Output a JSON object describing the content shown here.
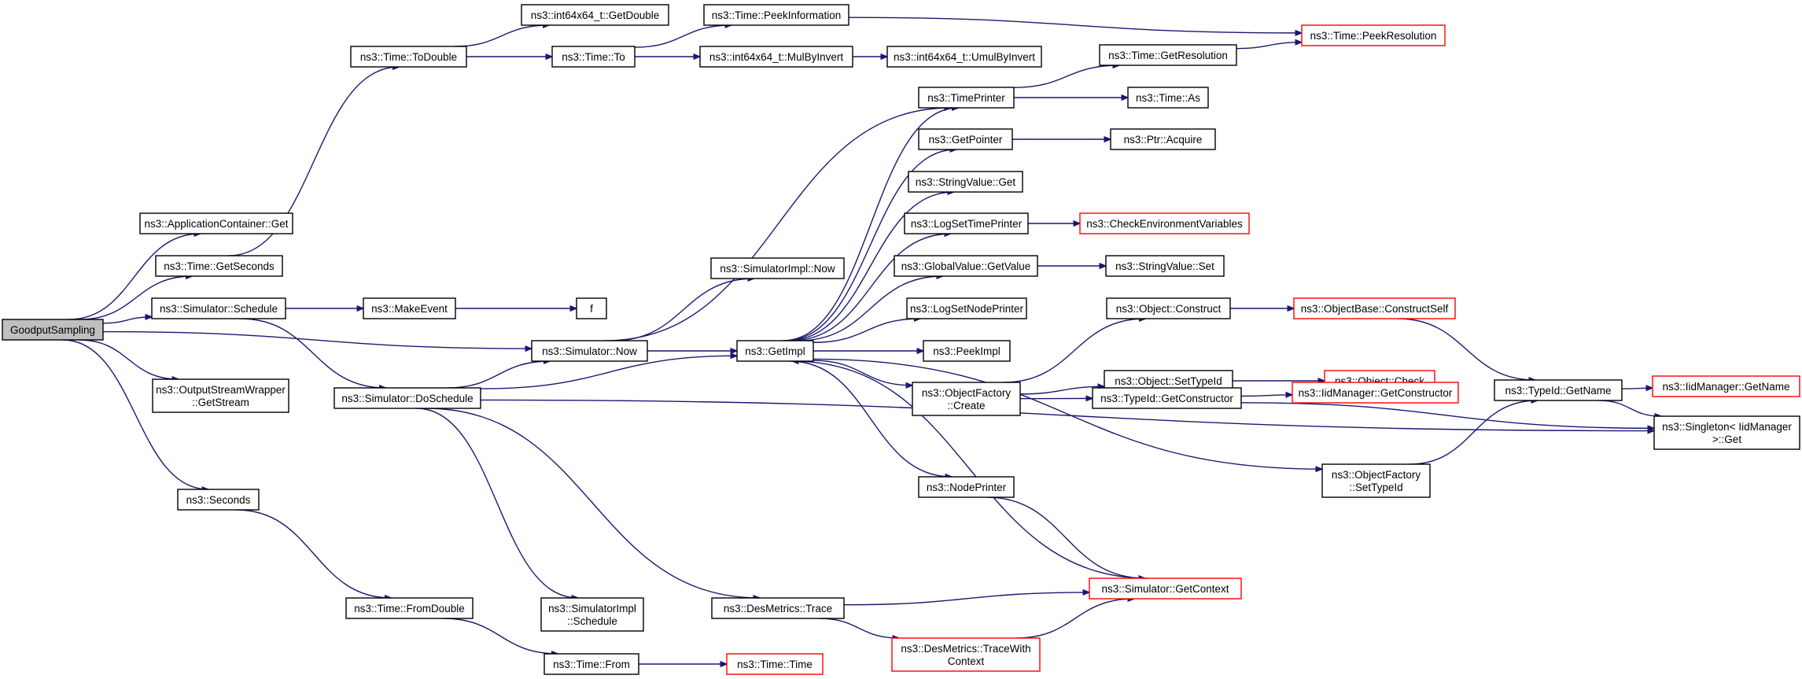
{
  "diagram": {
    "nodes": [
      {
        "id": "goodput",
        "label": [
          "GoodputSampling"
        ],
        "root": true
      },
      {
        "id": "appget",
        "label": [
          "ns3::ApplicationContainer::Get"
        ]
      },
      {
        "id": "getseconds",
        "label": [
          "ns3::Time::GetSeconds"
        ]
      },
      {
        "id": "schedule",
        "label": [
          "ns3::Simulator::Schedule"
        ]
      },
      {
        "id": "stream",
        "label": [
          "ns3::OutputStreamWrapper",
          "::GetStream"
        ]
      },
      {
        "id": "seconds",
        "label": [
          "ns3::Seconds"
        ]
      },
      {
        "id": "todouble",
        "label": [
          "ns3::Time::ToDouble"
        ]
      },
      {
        "id": "getdouble",
        "label": [
          "ns3::int64x64_t::GetDouble"
        ]
      },
      {
        "id": "timeto",
        "label": [
          "ns3::Time::To"
        ]
      },
      {
        "id": "peekinfo",
        "label": [
          "ns3::Time::PeekInformation"
        ]
      },
      {
        "id": "mulbyinvert",
        "label": [
          "ns3::int64x64_t::MulByInvert"
        ]
      },
      {
        "id": "umulbyinvert",
        "label": [
          "ns3::int64x64_t::UmulByInvert"
        ]
      },
      {
        "id": "peekres",
        "label": [
          "ns3::Time::PeekResolution"
        ],
        "truncated": true
      },
      {
        "id": "getresolution",
        "label": [
          "ns3::Time::GetResolution"
        ]
      },
      {
        "id": "timeprinter",
        "label": [
          "ns3::TimePrinter"
        ]
      },
      {
        "id": "timeas",
        "label": [
          "ns3::Time::As"
        ]
      },
      {
        "id": "getpointer",
        "label": [
          "ns3::GetPointer"
        ]
      },
      {
        "id": "ptracquire",
        "label": [
          "ns3::Ptr::Acquire"
        ]
      },
      {
        "id": "stringvalueget",
        "label": [
          "ns3::StringValue::Get"
        ]
      },
      {
        "id": "logsettimeprinter",
        "label": [
          "ns3::LogSetTimePrinter"
        ]
      },
      {
        "id": "checkenv",
        "label": [
          "ns3::CheckEnvironmentVariables"
        ],
        "truncated": true
      },
      {
        "id": "globalvalue",
        "label": [
          "ns3::GlobalValue::GetValue"
        ]
      },
      {
        "id": "stringvalueset",
        "label": [
          "ns3::StringValue::Set"
        ]
      },
      {
        "id": "simimplnow",
        "label": [
          "ns3::SimulatorImpl::Now"
        ]
      },
      {
        "id": "makeevent",
        "label": [
          "ns3::MakeEvent"
        ]
      },
      {
        "id": "f",
        "label": [
          "f"
        ]
      },
      {
        "id": "simnow",
        "label": [
          "ns3::Simulator::Now"
        ]
      },
      {
        "id": "getimpl",
        "label": [
          "ns3::GetImpl"
        ]
      },
      {
        "id": "logsetnodeprinter",
        "label": [
          "ns3::LogSetNodePrinter"
        ]
      },
      {
        "id": "peekimpl",
        "label": [
          "ns3::PeekImpl"
        ]
      },
      {
        "id": "objconstruct",
        "label": [
          "ns3::Object::Construct"
        ]
      },
      {
        "id": "constructself",
        "label": [
          "ns3::ObjectBase::ConstructSelf"
        ],
        "truncated": true
      },
      {
        "id": "settypeid",
        "label": [
          "ns3::Object::SetTypeId"
        ]
      },
      {
        "id": "objcheck",
        "label": [
          "ns3::Object::Check"
        ],
        "truncated": true
      },
      {
        "id": "objfactorycreate",
        "label": [
          "ns3::ObjectFactory",
          "::Create"
        ]
      },
      {
        "id": "typeidgetconstructor",
        "label": [
          "ns3::TypeId::GetConstructor"
        ]
      },
      {
        "id": "iidgetconstructor",
        "label": [
          "ns3::IidManager::GetConstructor"
        ],
        "truncated": true
      },
      {
        "id": "typeidgetname",
        "label": [
          "ns3::TypeId::GetName"
        ]
      },
      {
        "id": "iidgetname",
        "label": [
          "ns3::IidManager::GetName"
        ],
        "truncated": true
      },
      {
        "id": "singletonget",
        "label": [
          "ns3::Singleton< IidManager",
          " >::Get"
        ]
      },
      {
        "id": "doschedule",
        "label": [
          "ns3::Simulator::DoSchedule"
        ]
      },
      {
        "id": "nodeprinter",
        "label": [
          "ns3::NodePrinter"
        ]
      },
      {
        "id": "objfactorysettypeid",
        "label": [
          "ns3::ObjectFactory",
          "::SetTypeId"
        ]
      },
      {
        "id": "getcontext",
        "label": [
          "ns3::Simulator::GetContext"
        ],
        "truncated": true
      },
      {
        "id": "fromdouble",
        "label": [
          "ns3::Time::FromDouble"
        ]
      },
      {
        "id": "simimplschedule",
        "label": [
          "ns3::SimulatorImpl",
          "::Schedule"
        ]
      },
      {
        "id": "desmetricstrace",
        "label": [
          "ns3::DesMetrics::Trace"
        ]
      },
      {
        "id": "tracewithcontext",
        "label": [
          "ns3::DesMetrics::TraceWith",
          "Context"
        ],
        "truncated": true
      },
      {
        "id": "timefrom",
        "label": [
          "ns3::Time::From"
        ]
      },
      {
        "id": "timetime",
        "label": [
          "ns3::Time::Time"
        ],
        "truncated": true
      }
    ],
    "edges": [
      [
        "goodput",
        "appget"
      ],
      [
        "goodput",
        "getseconds"
      ],
      [
        "goodput",
        "schedule"
      ],
      [
        "goodput",
        "simnow"
      ],
      [
        "goodput",
        "stream"
      ],
      [
        "goodput",
        "seconds"
      ],
      [
        "getseconds",
        "todouble"
      ],
      [
        "todouble",
        "getdouble"
      ],
      [
        "todouble",
        "timeto"
      ],
      [
        "timeto",
        "peekinfo"
      ],
      [
        "timeto",
        "mulbyinvert"
      ],
      [
        "mulbyinvert",
        "umulbyinvert"
      ],
      [
        "peekinfo",
        "peekres"
      ],
      [
        "getresolution",
        "peekres"
      ],
      [
        "timeprinter",
        "getresolution"
      ],
      [
        "timeprinter",
        "timeas"
      ],
      [
        "getpointer",
        "ptracquire"
      ],
      [
        "logsettimeprinter",
        "checkenv"
      ],
      [
        "globalvalue",
        "stringvalueset"
      ],
      [
        "schedule",
        "makeevent"
      ],
      [
        "makeevent",
        "f"
      ],
      [
        "schedule",
        "doschedule"
      ],
      [
        "doschedule",
        "simnow"
      ],
      [
        "doschedule",
        "getimpl"
      ],
      [
        "doschedule",
        "singletonget"
      ],
      [
        "doschedule",
        "simimplschedule"
      ],
      [
        "doschedule",
        "desmetricstrace"
      ],
      [
        "simnow",
        "simimplnow"
      ],
      [
        "simnow",
        "getimpl"
      ],
      [
        "simnow",
        "timeprinter"
      ],
      [
        "getimpl",
        "timeprinter"
      ],
      [
        "getimpl",
        "getpointer"
      ],
      [
        "getimpl",
        "stringvalueget"
      ],
      [
        "getimpl",
        "logsettimeprinter"
      ],
      [
        "getimpl",
        "globalvalue"
      ],
      [
        "getimpl",
        "logsetnodeprinter"
      ],
      [
        "getimpl",
        "peekimpl"
      ],
      [
        "getimpl",
        "objfactorycreate"
      ],
      [
        "getimpl",
        "nodeprinter"
      ],
      [
        "getimpl",
        "objfactorysettypeid"
      ],
      [
        "objfactorycreate",
        "objconstruct"
      ],
      [
        "objfactorycreate",
        "settypeid"
      ],
      [
        "objfactorycreate",
        "typeidgetconstructor"
      ],
      [
        "objconstruct",
        "constructself"
      ],
      [
        "settypeid",
        "objcheck"
      ],
      [
        "typeidgetconstructor",
        "iidgetconstructor"
      ],
      [
        "typeidgetconstructor",
        "singletonget"
      ],
      [
        "constructself",
        "typeidgetname"
      ],
      [
        "objfactorysettypeid",
        "typeidgetname"
      ],
      [
        "typeidgetname",
        "iidgetname"
      ],
      [
        "typeidgetname",
        "singletonget"
      ],
      [
        "nodeprinter",
        "getcontext"
      ],
      [
        "getcontext",
        "getimpl"
      ],
      [
        "seconds",
        "fromdouble"
      ],
      [
        "fromdouble",
        "timefrom"
      ],
      [
        "timefrom",
        "timetime"
      ],
      [
        "desmetricstrace",
        "getcontext"
      ],
      [
        "desmetricstrace",
        "tracewithcontext"
      ],
      [
        "tracewithcontext",
        "getcontext"
      ]
    ]
  }
}
